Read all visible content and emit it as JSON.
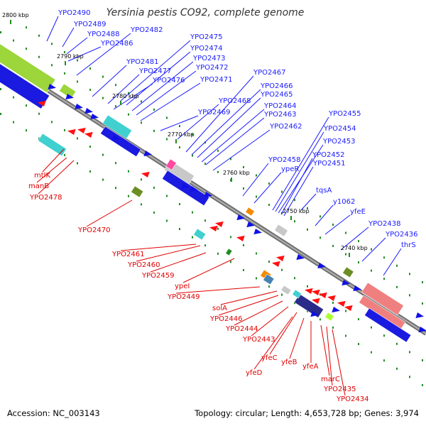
{
  "title": "Yersinia pestis CO92, complete genome",
  "footer": {
    "accession": "Accession: NC_003143",
    "summary": "Topology: circular; Length: 4,653,728 bp; Genes: 3,974"
  },
  "ticks": [
    "2800 kbp",
    "2790 kbp",
    "2780 kbp",
    "2770 kbp",
    "2760 kbp",
    "2750 kbp",
    "2740 kbp"
  ],
  "labels_top": [
    "YPO2490",
    "YPO2489",
    "YPO2488",
    "YPO2486",
    "YPO2482",
    "YPO2481",
    "YPO2477",
    "YPO2476",
    "YPO2475",
    "YPO2474",
    "YPO2473",
    "YPO2472",
    "YPO2471",
    "YPO2468",
    "YPO2469",
    "YPO2467",
    "YPO2466",
    "YPO2465",
    "YPO2464",
    "YPO2463",
    "YPO2462",
    "YPO2458",
    "ypeR",
    "YPO2455",
    "YPO2454",
    "YPO2453",
    "YPO2452",
    "YPO2451",
    "tqsA",
    "y1062",
    "yfeE",
    "YPO2438",
    "YPO2436",
    "thrS"
  ],
  "labels_bottom": [
    "mtlK",
    "manB",
    "YPO2478",
    "YPO2470",
    "YPO2461",
    "YPO2460",
    "YPO2459",
    "ypeI",
    "YPO2449",
    "solA",
    "YPO2446",
    "YPO2444",
    "YPO2443",
    "yfeC",
    "yfeD",
    "yfeB",
    "yfeA",
    "marC",
    "YPO2435",
    "YPO2434"
  ],
  "colors": {
    "backbone": "#8c8c8c",
    "forward_cds": "#1010e6",
    "reverse_cds": "#ff1010",
    "label_forward": "#1a1aff",
    "label_reverse": "#e00000",
    "tick": "#228b22"
  }
}
